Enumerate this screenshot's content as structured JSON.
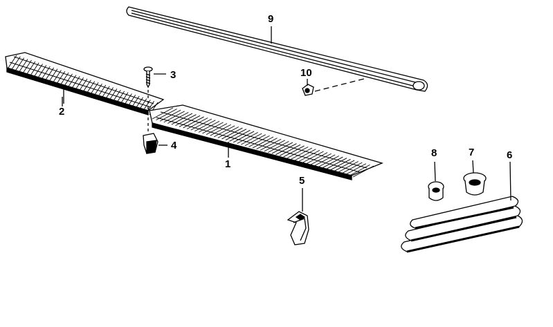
{
  "diagram": {
    "parts": [
      {
        "id": "1",
        "name": "center-grille"
      },
      {
        "id": "2",
        "name": "left-grille"
      },
      {
        "id": "3",
        "name": "screw"
      },
      {
        "id": "4",
        "name": "nut-clip"
      },
      {
        "id": "5",
        "name": "spring-clip"
      },
      {
        "id": "6",
        "name": "side-grille"
      },
      {
        "id": "7",
        "name": "grommet-large"
      },
      {
        "id": "8",
        "name": "grommet-small"
      },
      {
        "id": "9",
        "name": "rubber-strip"
      },
      {
        "id": "10",
        "name": "clip"
      }
    ],
    "colors": {
      "ink": "#000000",
      "background": "#ffffff"
    }
  }
}
